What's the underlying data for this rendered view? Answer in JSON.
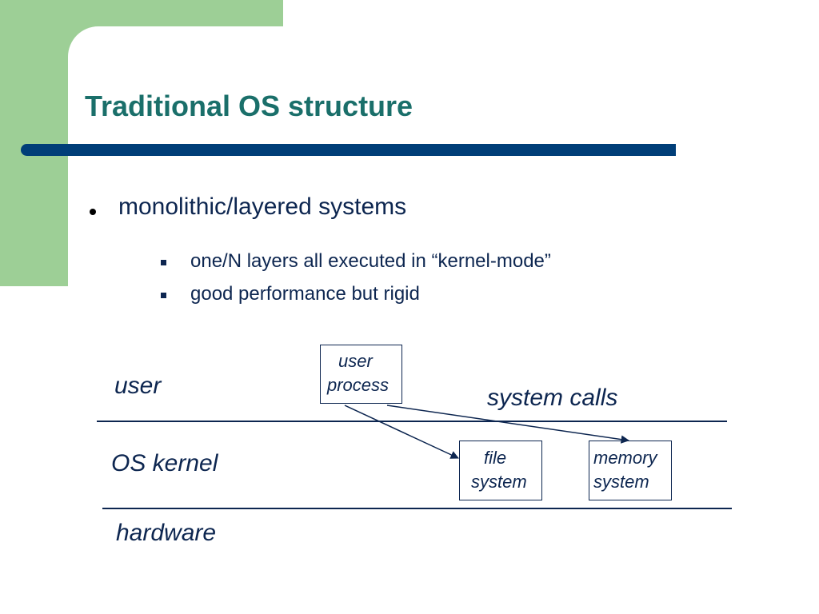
{
  "title": "Traditional OS structure",
  "bullets": {
    "main": "monolithic/layered systems",
    "sub": [
      "one/N layers all executed in “kernel-mode”",
      "good performance but rigid"
    ]
  },
  "diagram": {
    "layers": [
      "user",
      "OS kernel",
      "hardware"
    ],
    "system_calls": "system calls",
    "user_process": [
      "user",
      "process"
    ],
    "file_system": [
      "file",
      "system"
    ],
    "memory_system": [
      "memory",
      "system"
    ]
  },
  "colors": {
    "title": "#1a6f6a",
    "bar": "#003e78",
    "green": "#9dcf96",
    "text": "#0d2650"
  }
}
